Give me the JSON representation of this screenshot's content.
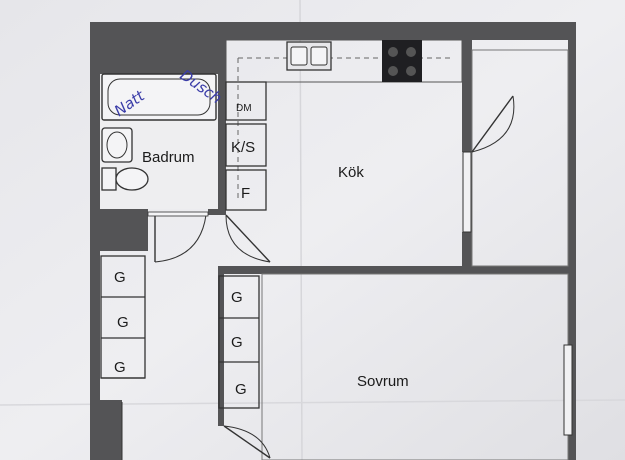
{
  "rooms": {
    "bathroom": "Badrum",
    "kitchen": "Kök",
    "bedroom": "Sovrum"
  },
  "fixtures": {
    "dishwasher": "DM",
    "fridge_freezer": "K/S",
    "freezer": "F"
  },
  "wardrobes": [
    "G",
    "G",
    "G",
    "G",
    "G",
    "G"
  ],
  "handwriting": {
    "bathtub_note": "Natt",
    "shower_note": "Dusch"
  },
  "colors": {
    "paper": "#e9e9ec",
    "wall": "#545456",
    "ink": "#1b1b1b",
    "handwriting": "#3a3ca8"
  }
}
